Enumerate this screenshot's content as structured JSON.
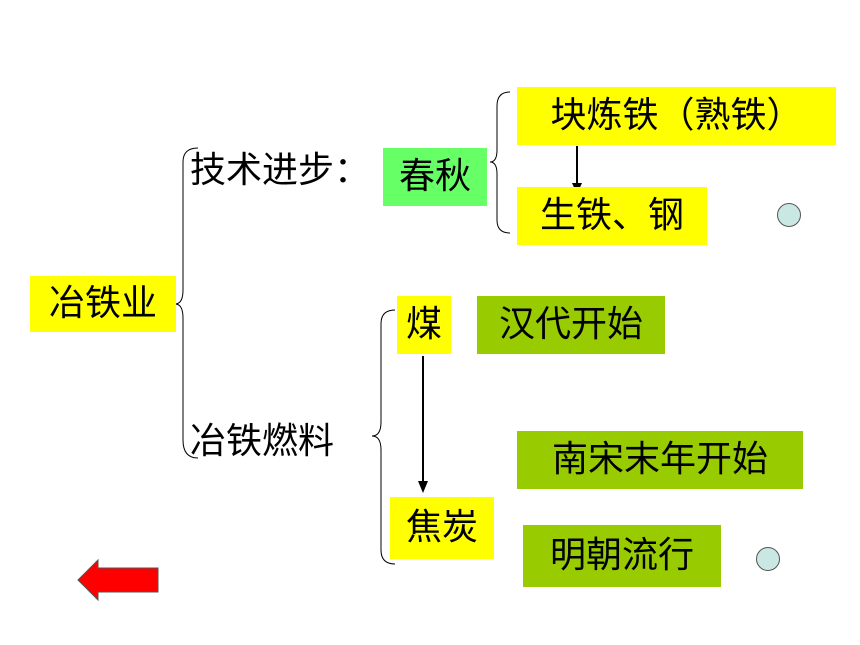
{
  "root": "冶铁业",
  "branch_tech": "技术进步：",
  "spring_autumn": "春秋",
  "wrought_iron": "块炼铁（熟铁）",
  "pig_iron_steel": "生铁、钢",
  "branch_fuel": "冶铁燃料",
  "coal": "煤",
  "coke": "焦炭",
  "han_start": "汉代开始",
  "southern_song_start": "南宋末年开始",
  "ming_popular": "明朝流行",
  "colors": {
    "yellow": "#ffff00",
    "green_highlight": "#66ff66",
    "olive_green": "#99cc00",
    "back_arrow": "#ff0000"
  }
}
